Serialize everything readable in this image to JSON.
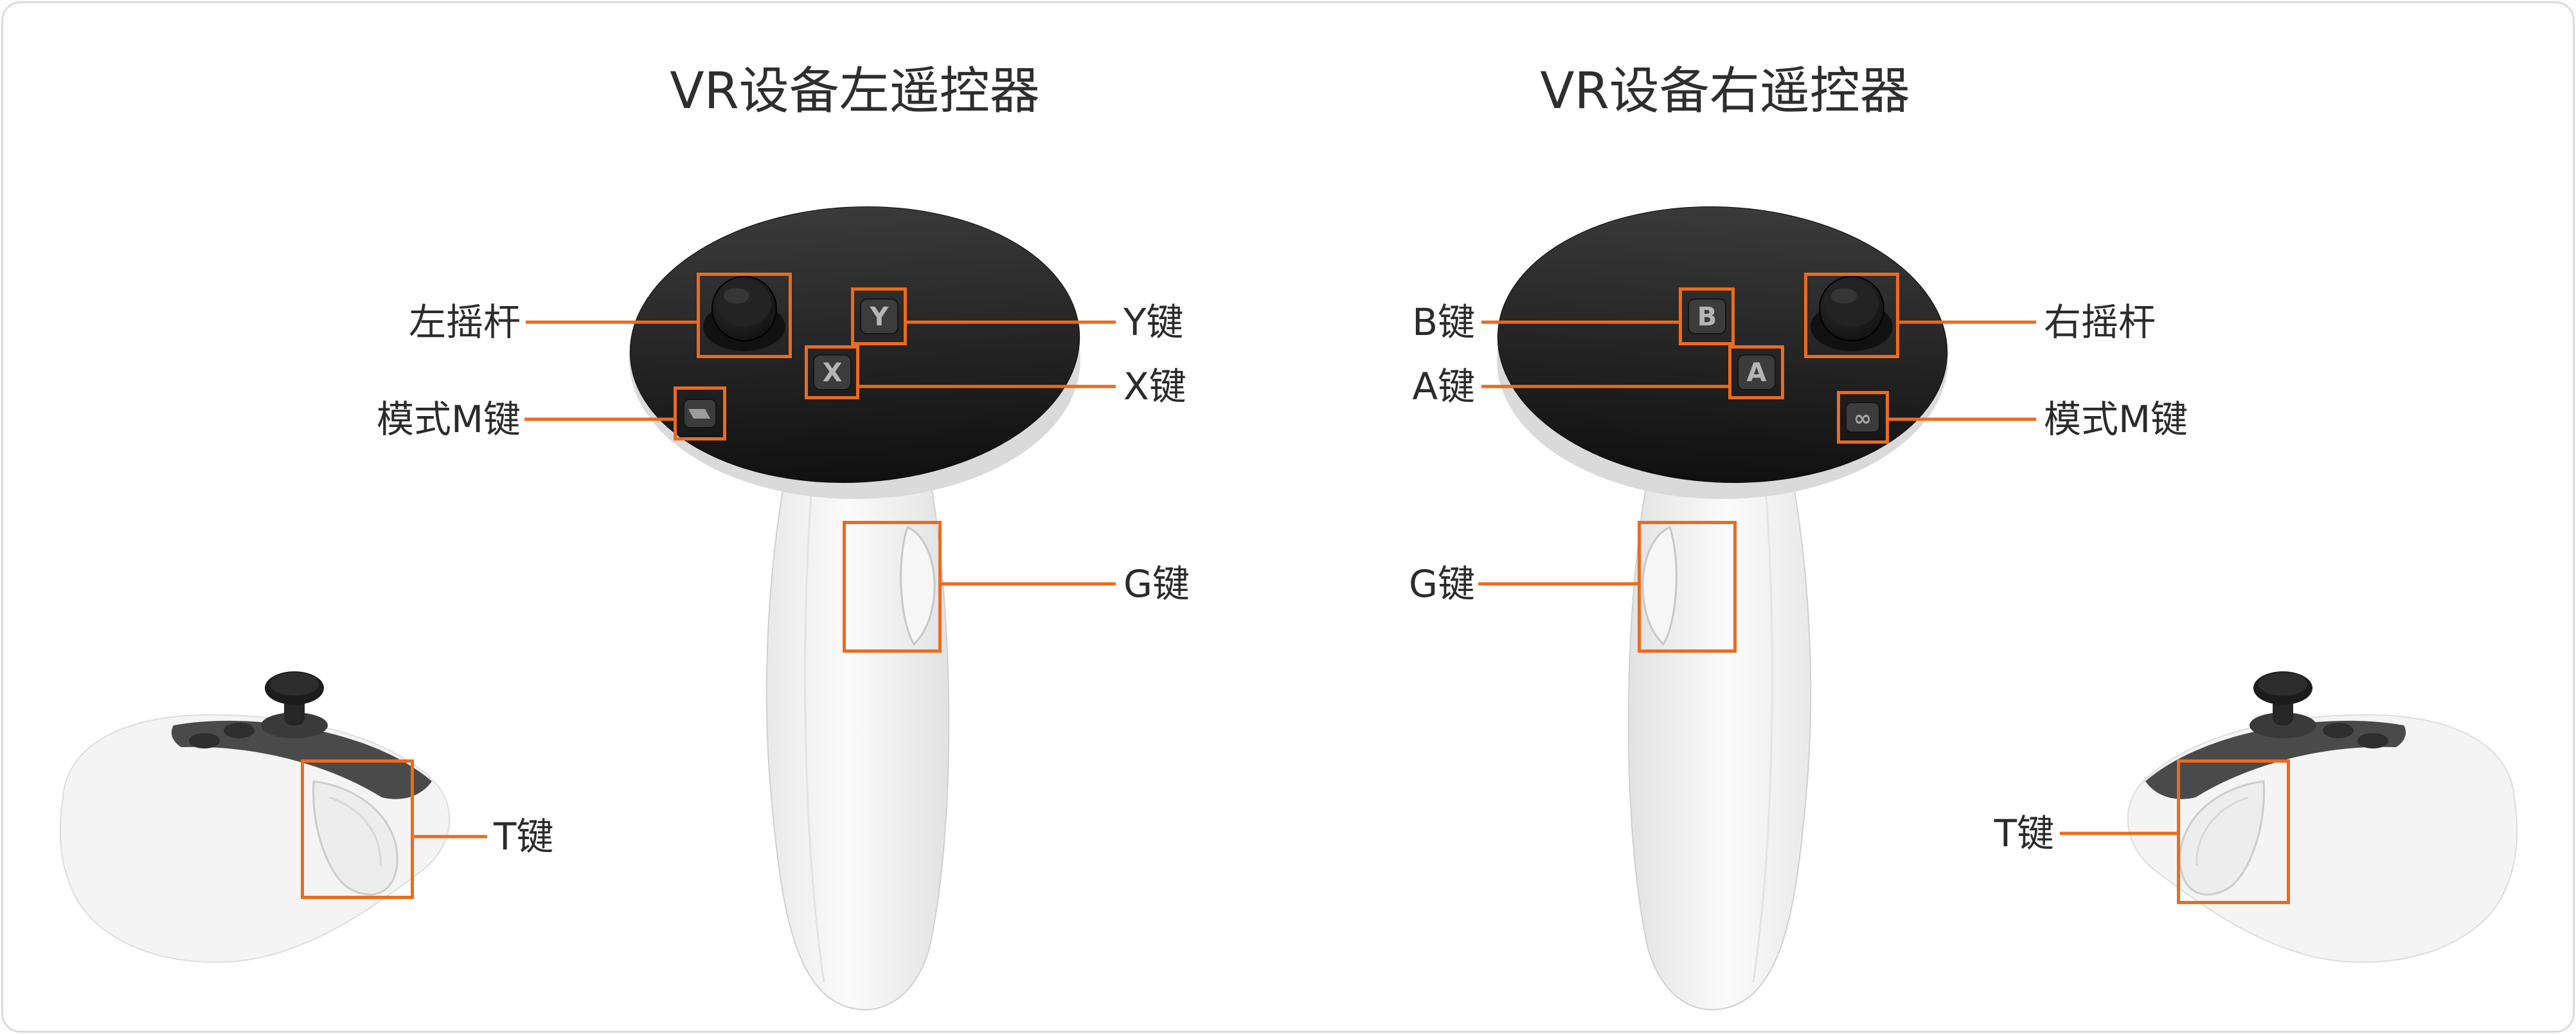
{
  "accent": "#ED6A1E",
  "left": {
    "title": "VR设备左遥控器",
    "labels": {
      "joystick": "左摇杆",
      "mode": "模式M键",
      "y": "Y键",
      "x": "X键",
      "g": "G键",
      "t": "T键"
    },
    "glyphs": {
      "y": "Y",
      "x": "X"
    }
  },
  "right": {
    "title": "VR设备右遥控器",
    "labels": {
      "b": "B键",
      "a": "A键",
      "joystick": "右摇杆",
      "mode": "模式M键",
      "g": "G键",
      "t": "T键"
    },
    "glyphs": {
      "b": "B",
      "a": "A",
      "mode": "∞"
    }
  }
}
